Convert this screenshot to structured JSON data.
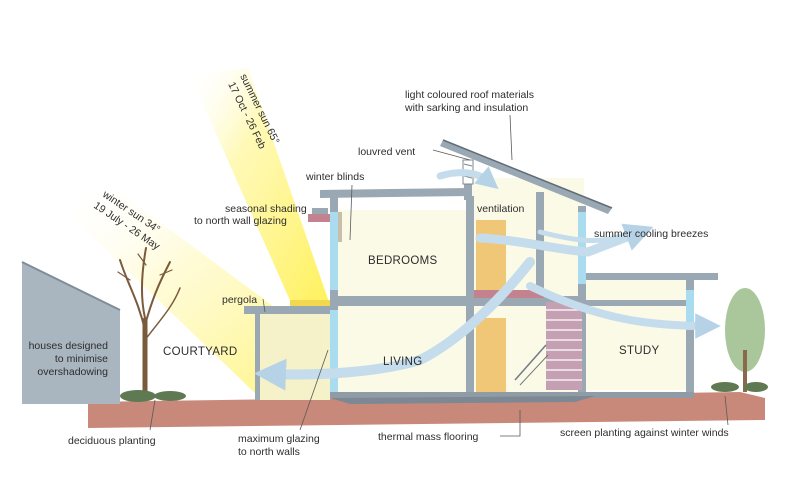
{
  "labels": {
    "summer_sun_1": "summer sun 65°",
    "summer_sun_2": "17 Oct - 26 Feb",
    "winter_sun_1": "winter sun 34°",
    "winter_sun_2": "19 July - 26 May",
    "roof_1": "light coloured roof materials",
    "roof_2": "with sarking and insulation",
    "louvred_vent": "louvred vent",
    "winter_blinds": "winter blinds",
    "seasonal_shading_1": "seasonal shading",
    "seasonal_shading_2": "to north wall glazing",
    "ventilation": "ventilation",
    "summer_breezes": "summer cooling breezes",
    "pergola": "pergola",
    "houses_1": "houses designed",
    "houses_2": "to minimise",
    "houses_3": "overshadowing",
    "deciduous": "deciduous planting",
    "max_glazing_1": "maximum glazing",
    "max_glazing_2": "to north walls",
    "thermal_mass": "thermal mass flooring",
    "screen_planting": "screen planting against winter winds"
  },
  "rooms": {
    "bedrooms": "BEDROOMS",
    "courtyard": "COURTYARD",
    "living": "LIVING",
    "study": "STUDY"
  },
  "colors": {
    "sun": "#fff25a",
    "wall": "#9aa8b4",
    "ground": "#c9897a",
    "interior": "#fbfae6",
    "glazing": "#a8dcee",
    "arrow": "#c4dcec",
    "door": "#f0c776",
    "stairs": "#c4a0b2"
  }
}
